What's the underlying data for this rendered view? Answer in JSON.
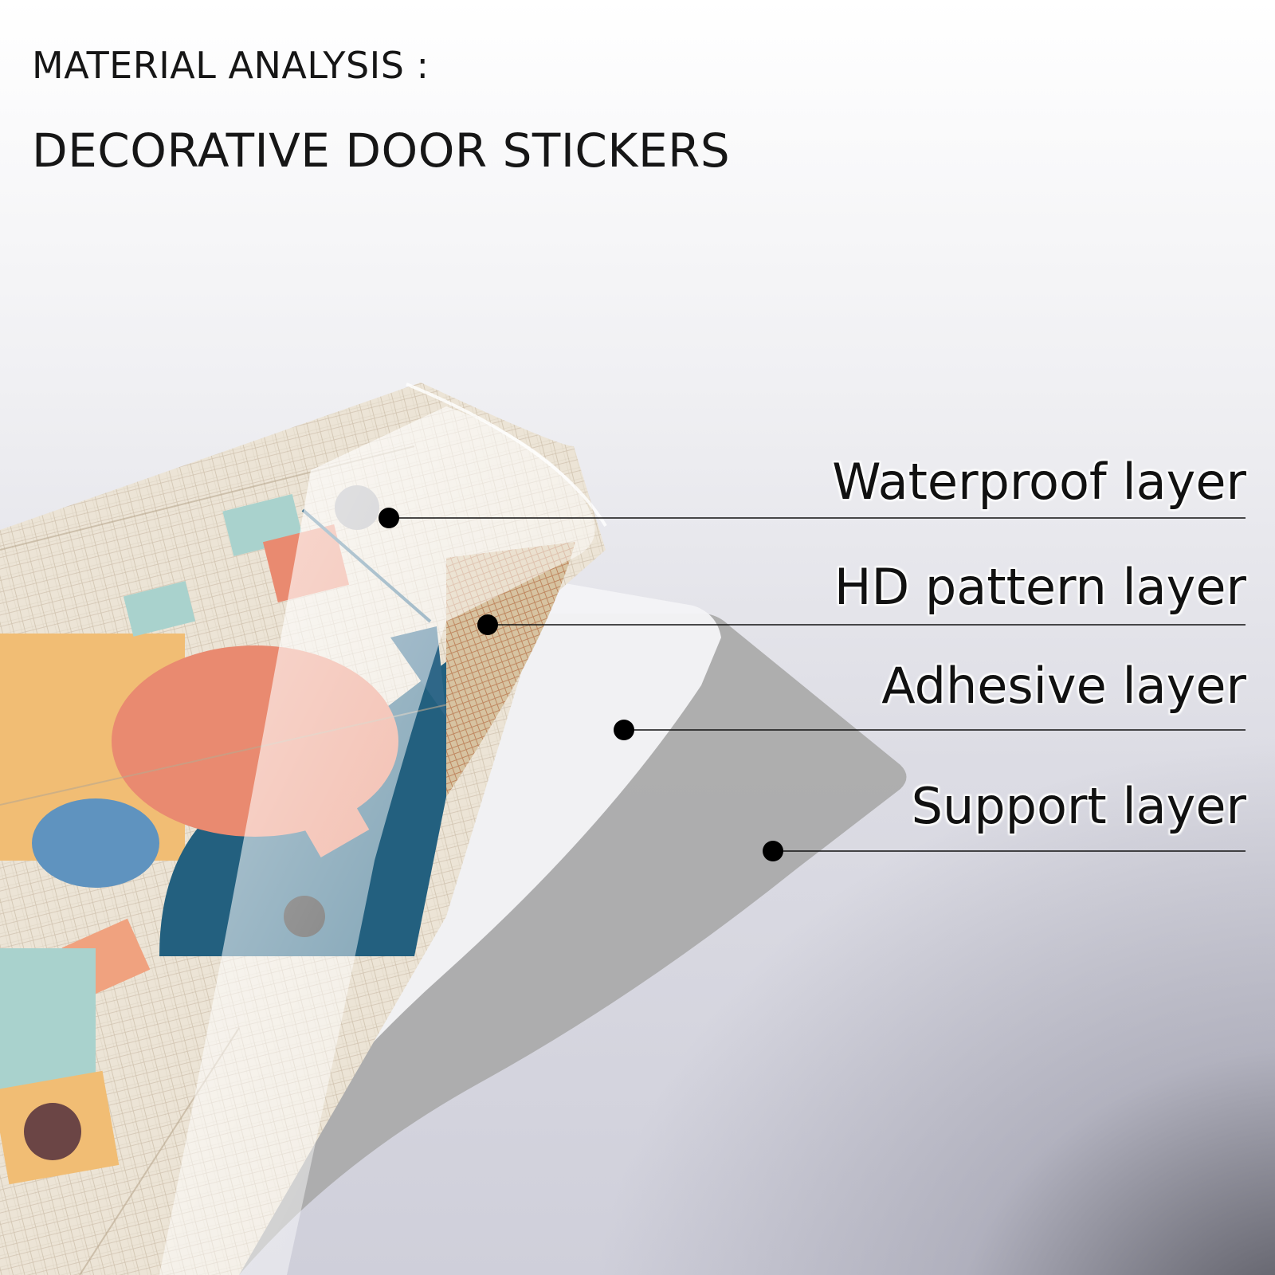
{
  "header": {
    "line1": "MATERIAL ANALYSIS :",
    "line2": "DECORATIVE DOOR STICKERS"
  },
  "layers": [
    {
      "label": "Waterproof layer"
    },
    {
      "label": "HD pattern layer"
    },
    {
      "label": "Adhesive layer"
    },
    {
      "label": "Support layer"
    }
  ],
  "colors": {
    "text": "#161616",
    "leader_line": "#111111",
    "pattern_base": "#ece4d6",
    "coral": "#e98a70",
    "navy_blue": "#23607f",
    "sky_blue": "#5f93bf",
    "mustard": "#f1bd74",
    "teal": "#a9d2cd",
    "support_gray": "#ababab"
  }
}
